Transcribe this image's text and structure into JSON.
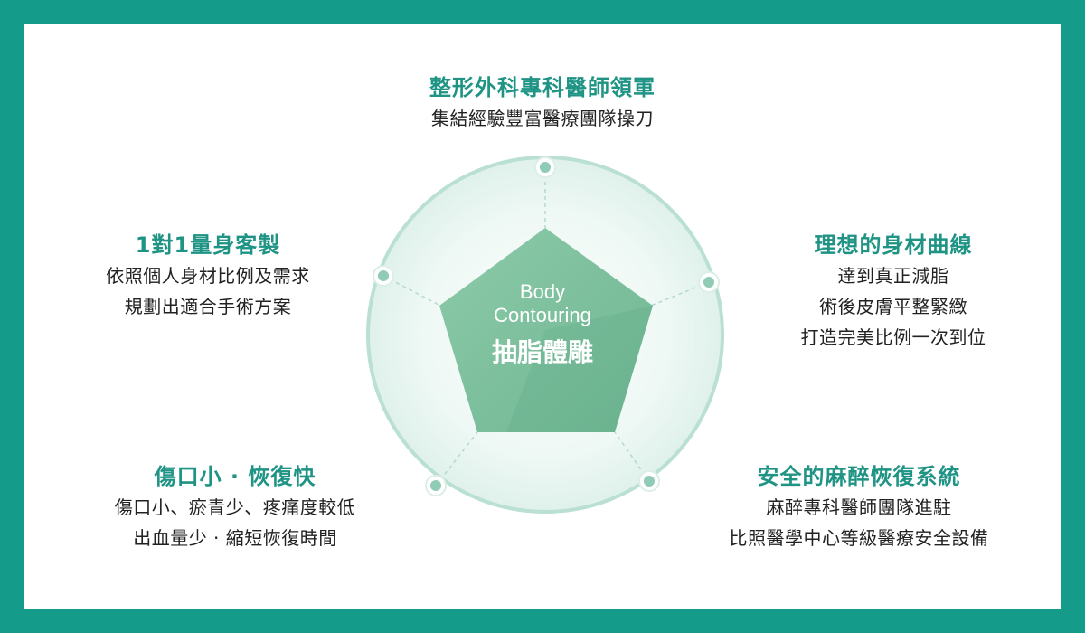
{
  "colors": {
    "border": "#149b89",
    "accent": "#1f9485",
    "pentagon": "#7cbf9e",
    "ring": "#b9e0d2",
    "node": "#8fcbb5"
  },
  "center": {
    "english_line1": "Body",
    "english_line2": "Contouring",
    "chinese": "抽脂體雕"
  },
  "top": {
    "title": "整形外科專科醫師領軍",
    "lines": [
      "集結經驗豐富醫療團隊操刀"
    ]
  },
  "left_upper": {
    "title": "1對1量身客製",
    "lines": [
      "依照個人身材比例及需求",
      "規劃出適合手術方案"
    ]
  },
  "right_upper": {
    "title": "理想的身材曲線",
    "lines": [
      "達到真正減脂",
      "術後皮膚平整緊緻",
      "打造完美比例一次到位"
    ]
  },
  "left_lower": {
    "title": "傷口小 · 恢復快",
    "lines": [
      "傷口小、瘀青少、疼痛度較低",
      "出血量少 · 縮短恢復時間"
    ]
  },
  "right_lower": {
    "title": "安全的麻醉恢復系統",
    "lines": [
      "麻醉專科醫師團隊進駐",
      "比照醫學中心等級醫療安全設備"
    ]
  }
}
